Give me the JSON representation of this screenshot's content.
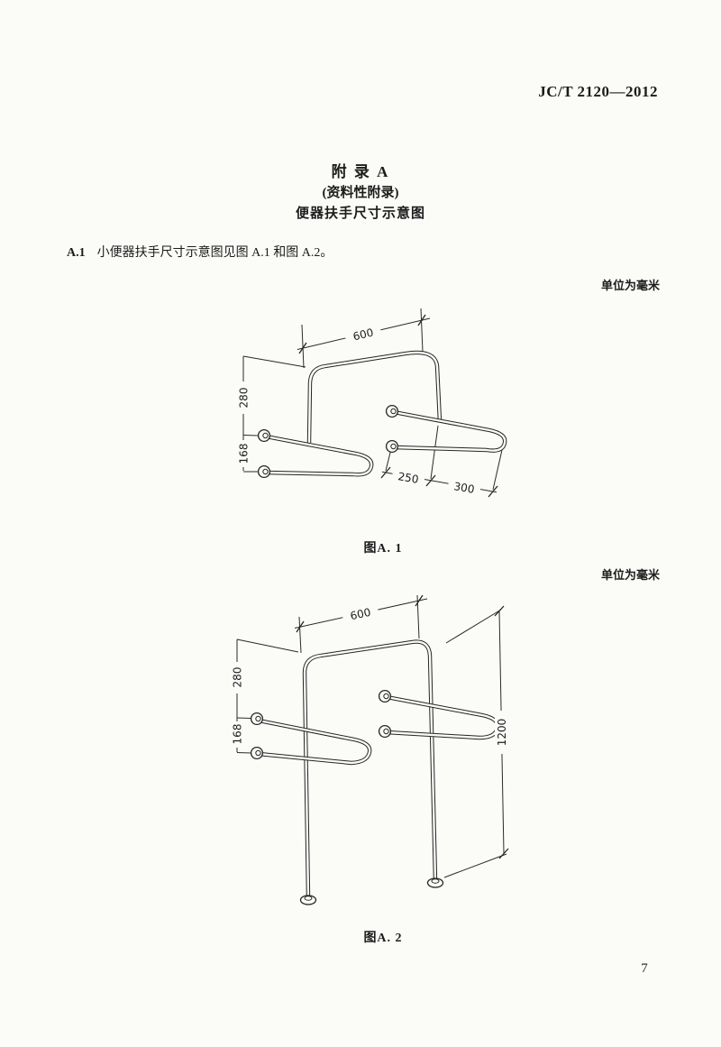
{
  "page": {
    "header": "JC/T 2120—2012",
    "page_number": "7"
  },
  "appendix": {
    "title_line1": "附  录  A",
    "title_line2": "(资料性附录)",
    "title_line3": "便器扶手尺寸示意图",
    "clause_number": "A.1",
    "clause_text": "小便器扶手尺寸示意图见图 A.1 和图 A.2。"
  },
  "figure1": {
    "unit_note": "单位为毫米",
    "caption": "图A. 1",
    "dims": {
      "width": "600",
      "height": "280",
      "spacing": "168",
      "depth1": "250",
      "depth2": "300"
    }
  },
  "figure2": {
    "unit_note": "单位为毫米",
    "caption": "图A. 2",
    "dims": {
      "width": "600",
      "height": "280",
      "spacing": "168",
      "total_height": "1200"
    }
  }
}
